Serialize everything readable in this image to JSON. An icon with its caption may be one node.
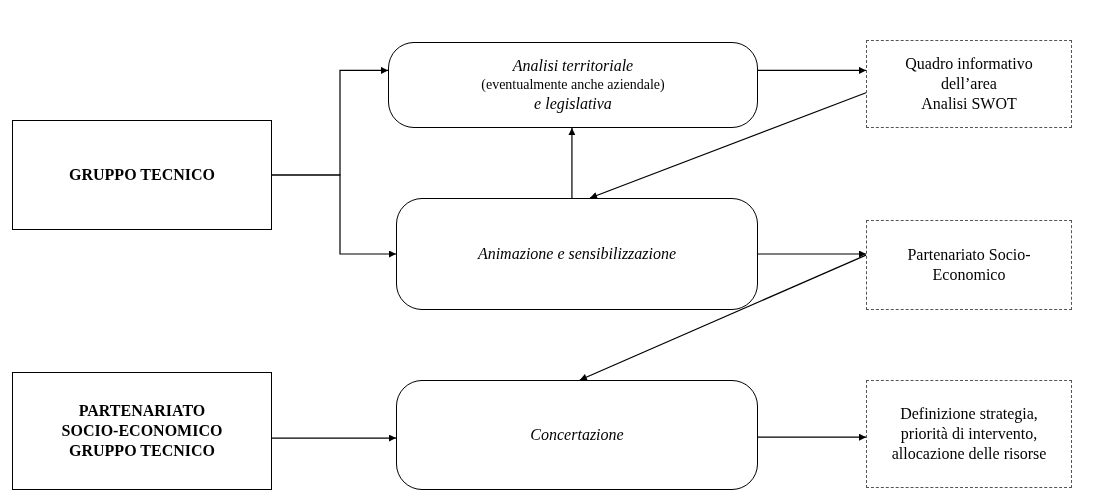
{
  "diagram": {
    "nodes": [
      {
        "text": [
          "*Analisi territoriale*",
          "(eventualmente anche aziendale)",
          "*e legislativa*"
        ]
      },
      {
        "text": [
          "Quadro informativo dell’area",
          "Analisi SWOT"
        ]
      },
      {
        "text": [
          "GRUPPO TECNICO"
        ]
      },
      {
        "text": [
          "Animazione e sensibilizzazione"
        ]
      },
      {
        "text": [
          "Partenariato Socio-Economico"
        ]
      },
      {
        "text": [
          "PARTENARIATO SOCIO-ECONOMICO GRUPPO TECNICO"
        ]
      },
      {
        "text": [
          "Concertazione"
        ]
      },
      {
        "text": [
          "Definizione strategia, priorità di intervento, allocazione delle risorse"
        ]
      }
    ],
    "edges": [
      {
        "from": 2,
        "to": 0,
        "arrow": "to"
      },
      {
        "from": 2,
        "to": 3,
        "arrow": "to"
      },
      {
        "from": 0,
        "to": 1,
        "arrow": "to"
      },
      {
        "from": 3,
        "to": 0,
        "arrow": "to"
      },
      {
        "from": 1,
        "to": 3,
        "arrow": "to"
      },
      {
        "from": 3,
        "to": 4,
        "arrow": "to"
      },
      {
        "from": 4,
        "to": 6,
        "arrow": "to"
      },
      {
        "from": 5,
        "to": 6,
        "arrow": "to"
      },
      {
        "from": 6,
        "to": 7,
        "arrow": "to"
      }
    ]
  }
}
